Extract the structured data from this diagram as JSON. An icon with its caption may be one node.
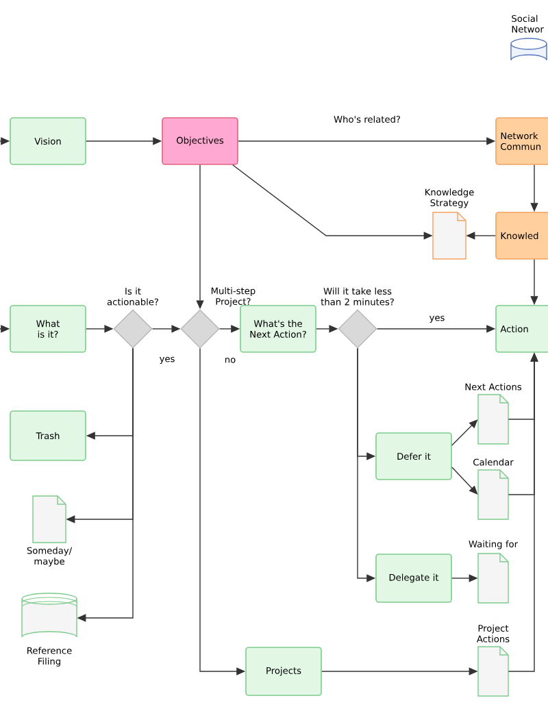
{
  "diagram": {
    "nodes": [
      {
        "text": [
          "Social Networ"
        ]
      },
      {
        "text": [
          "Vision"
        ]
      },
      {
        "text": [
          "Objectives"
        ]
      },
      {
        "text": [
          "Network Commun"
        ]
      },
      {
        "text": [
          "Knowledge Strategy"
        ]
      },
      {
        "text": [
          "Knowled"
        ]
      },
      {
        "text": [
          "What is it?"
        ]
      },
      {
        "text": [
          "Is it actionable?"
        ]
      },
      {
        "text": [
          "Multi-step Project?"
        ]
      },
      {
        "text": [
          "What's the Next Action?"
        ]
      },
      {
        "text": [
          "Will it take less than 2 minutes?"
        ]
      },
      {
        "text": [
          "Action"
        ]
      },
      {
        "text": [
          "Trash"
        ]
      },
      {
        "text": [
          "Someday/ maybe"
        ]
      },
      {
        "text": [
          "Reference Filing"
        ]
      },
      {
        "text": [
          "Defer it"
        ]
      },
      {
        "text": [
          "Next Actions"
        ]
      },
      {
        "text": [
          "Calendar"
        ]
      },
      {
        "text": [
          "Delegate it"
        ]
      },
      {
        "text": [
          "Waiting for"
        ]
      },
      {
        "text": [
          "Projects"
        ]
      },
      {
        "text": [
          "Project Actions"
        ]
      }
    ],
    "edges": [
      {
        "from": null,
        "to": 1,
        "arrow": "to"
      },
      {
        "from": 1,
        "to": 2,
        "arrow": "to"
      },
      {
        "from": 2,
        "to": 3,
        "arrow": "to",
        "label": "Who's related?"
      },
      {
        "from": 2,
        "to": 4,
        "arrow": "to"
      },
      {
        "from": 5,
        "to": 4,
        "arrow": "to"
      },
      {
        "from": 3,
        "to": 5,
        "arrow": "to"
      },
      {
        "from": null,
        "to": 6,
        "arrow": "to"
      },
      {
        "from": 6,
        "to": 7,
        "arrow": "to"
      },
      {
        "from": 7,
        "to": 8,
        "arrow": "to",
        "label": "yes"
      },
      {
        "from": 7,
        "to": 12,
        "arrow": "to"
      },
      {
        "from": 7,
        "to": 13,
        "arrow": "to"
      },
      {
        "from": 7,
        "to": 14,
        "arrow": "to"
      },
      {
        "from": 8,
        "to": 9,
        "arrow": "to",
        "label": "no"
      },
      {
        "from": 2,
        "to": 8,
        "arrow": "to"
      },
      {
        "from": 8,
        "to": 20,
        "arrow": "to"
      },
      {
        "from": 9,
        "to": 10,
        "arrow": "to"
      },
      {
        "from": 10,
        "to": 11,
        "arrow": "to",
        "label": "yes"
      },
      {
        "from": 10,
        "to": 15,
        "arrow": "to"
      },
      {
        "from": 10,
        "to": 18,
        "arrow": "to"
      },
      {
        "from": 15,
        "to": 16,
        "arrow": "to"
      },
      {
        "from": 15,
        "to": 17,
        "arrow": "to"
      },
      {
        "from": 18,
        "to": 19,
        "arrow": "to"
      },
      {
        "from": 20,
        "to": 21,
        "arrow": "to"
      },
      {
        "from": 16,
        "to": 11,
        "arrow": "to"
      },
      {
        "from": 17,
        "to": 11,
        "arrow": "to"
      },
      {
        "from": 21,
        "to": 11,
        "arrow": "to"
      },
      {
        "from": 5,
        "to": 11,
        "arrow": "to"
      }
    ]
  }
}
